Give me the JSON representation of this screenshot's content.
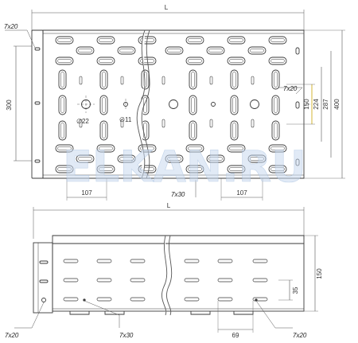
{
  "labels": {
    "length_top": "L",
    "length_bottom": "L",
    "slot_top_left": "7x20",
    "slot_top_right": "7x20",
    "slot_center": "7x30",
    "width_300": "300",
    "hole_22": "∅22",
    "hole_11": "∅11",
    "pitch_107_left": "107",
    "pitch_107_right": "107",
    "dim_150_inner": "150",
    "dim_224": "224",
    "dim_287": "287",
    "dim_400": "400",
    "height_150": "150",
    "dim_35": "35",
    "dim_69": "69",
    "slot_bottom_left": "7x20",
    "slot_bottom_center": "7x30",
    "slot_bottom_right": "7x20"
  },
  "watermark": "ELKAN.RU",
  "colors": {
    "line": "#3a3a3a",
    "dim_line": "#555555",
    "highlight": "#c8a400",
    "watermark": "#a6bfe0"
  }
}
